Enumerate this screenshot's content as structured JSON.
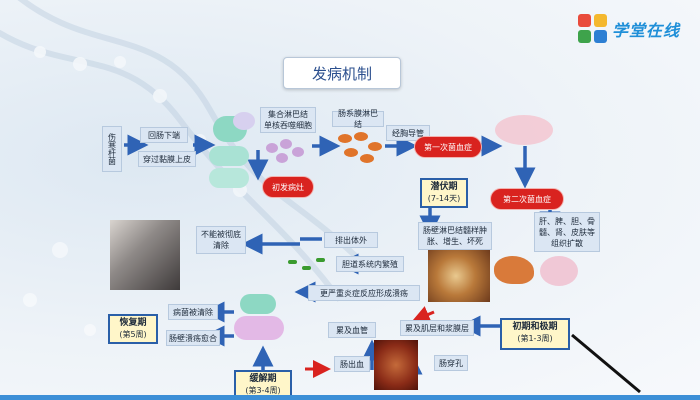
{
  "title": "发病机制",
  "logo": {
    "text": "学堂在线"
  },
  "nodes": {
    "pathogen": "伤寒杆菌",
    "oral": "回肠下端",
    "penetrate": "穿过黏膜上皮",
    "lymph_cells": "集合淋巴结 单核吞噬细胞",
    "primary_focus": "初发病灶",
    "mesenteric": "肠系膜淋巴结",
    "thoracic_duct": "经胸导管",
    "first_bacteremia": "第一次菌血症",
    "second_bacteremia": "第二次菌血症",
    "organs": "肝、脾、胆、骨髓、肾、皮肤等组织扩散",
    "intestinal_lymph": "肠壁淋巴结髓样肿胀、增生、坏死",
    "excrete": "排出体外",
    "biliary": "胆道系统内繁殖",
    "cannot_clear": "不能被彻底清除",
    "severe_reaction": "更严重炎症反应形成溃疡",
    "lesion_cleared": "病菌被清除",
    "ulcer_heal": "肠壁溃疡愈合",
    "vessel": "累及血管",
    "bleeding": "肠出血",
    "muscle": "累及肌层和浆膜层",
    "perforation": "肠穿孔"
  },
  "stages": {
    "incubation": {
      "name": "潜伏期",
      "period": "(7-14天)"
    },
    "initial_peak": {
      "name": "初期和极期",
      "period": "(第1-3周)"
    },
    "remission": {
      "name": "缓解期",
      "period": "(第3-4周)"
    },
    "recovery": {
      "name": "恢复期",
      "period": "(第5周)"
    }
  },
  "colors": {
    "arrow": "#2f63b5",
    "red": "#d9231f",
    "box": "#dbe6f3",
    "stage_fill": "#fff6c9"
  }
}
